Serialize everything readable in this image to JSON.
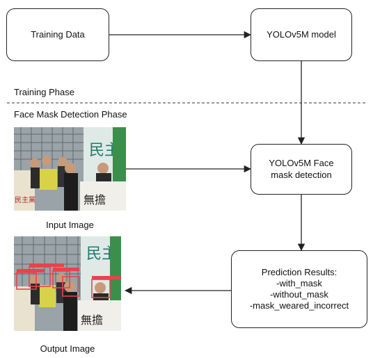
{
  "nodes": {
    "training_data": "Training Data",
    "yolo_model": "YOLOv5M model",
    "face_mask_detection": [
      "YOLOv5M Face",
      "mask detection"
    ],
    "prediction_results": [
      "Prediction Results:",
      "-with_mask",
      "-without_mask",
      "-mask_weared_incorrect"
    ]
  },
  "phases": {
    "training": "Training Phase",
    "detection": "Face Mask Detection Phase"
  },
  "images": {
    "input_caption": "Input Image",
    "output_caption": "Output Image",
    "banner_text": "民主",
    "sign_text": "無擔",
    "left_sign_text": "民主黨"
  },
  "colors": {
    "stroke": "#222222",
    "detection_box": "#e8434d"
  }
}
